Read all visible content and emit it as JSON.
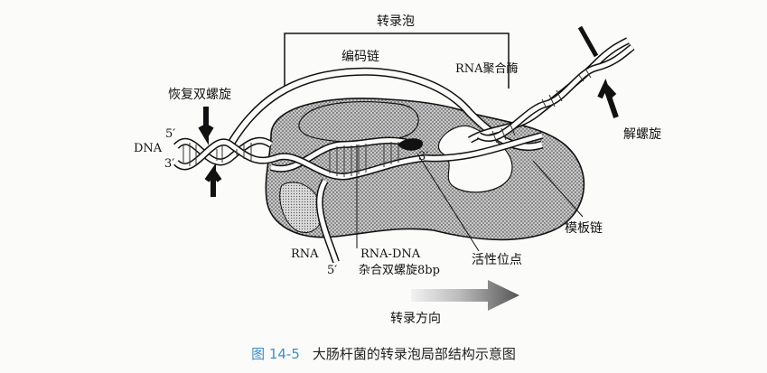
{
  "labels": {
    "bubble": "转录泡",
    "coding_strand": "编码链",
    "rna_polymerase": "RNA聚合酶",
    "rewinding": "恢复双螺旋",
    "dna": "DNA",
    "five_prime_left": "5′",
    "three_prime_left": "3′",
    "three_prime_center": "3′",
    "unwinding": "解螺旋",
    "template_strand": "模板链",
    "rna": "RNA",
    "five_prime_rna": "5′",
    "hybrid_line1": "RNA-DNA",
    "hybrid_line2": "杂合双螺旋8bp",
    "active_site": "活性位点",
    "direction": "转录方向"
  },
  "caption": {
    "number": "图 14-5",
    "text": "大肠杆菌的转录泡局部结构示意图"
  },
  "colors": {
    "caption_number": "#3a8fcb",
    "ink": "#111111",
    "stipple": "#777777"
  }
}
